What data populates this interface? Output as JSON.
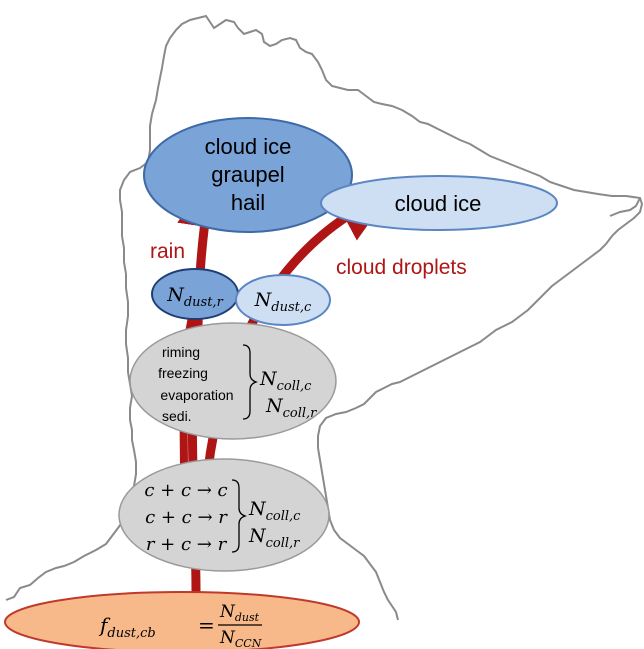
{
  "colors": {
    "cloud_outline": "#8a8a8a",
    "arrow_red": "#b01515",
    "ice_dark_fill": "#7aa3d8",
    "ice_dark_stroke": "#3f6aa8",
    "ice_light_fill": "#cfdff3",
    "ice_light_stroke": "#5b86c2",
    "dust_r_fill": "#7aa3d8",
    "dust_r_stroke": "#1f3d73",
    "process_fill": "#d4d4d4",
    "process_stroke": "#9a9a9a",
    "ccn_fill": "#f7b98a",
    "ccn_stroke": "#c0392b"
  },
  "top_ellipse": {
    "line1": "cloud ice",
    "line2": "graupel",
    "line3": "hail"
  },
  "anvil_ellipse": {
    "label": "cloud ice"
  },
  "arrow_labels": {
    "rain": "rain",
    "cloud_droplets": "cloud droplets"
  },
  "dust_r": {
    "base": "N",
    "sub": "dust,r"
  },
  "dust_c": {
    "base": "N",
    "sub": "dust,c"
  },
  "processes_upper": {
    "items": [
      "riming",
      "freezing",
      "evaporation",
      "sedi."
    ],
    "coll_c_base": "N",
    "coll_c_sub": "coll,c",
    "coll_r_base": "N",
    "coll_r_sub": "coll,r"
  },
  "processes_lower": {
    "items": [
      "c + c → c",
      "c + c → r",
      "r + c → r"
    ],
    "coll_c_base": "N",
    "coll_c_sub": "coll,c",
    "coll_r_base": "N",
    "coll_r_sub": "coll,r"
  },
  "ccn_ellipse": {
    "lhs_base": "f",
    "lhs_sub": "dust,cb",
    "equals": "=",
    "num_base": "N",
    "num_sub": "dust",
    "den_base": "N",
    "den_sub": "CCN"
  }
}
